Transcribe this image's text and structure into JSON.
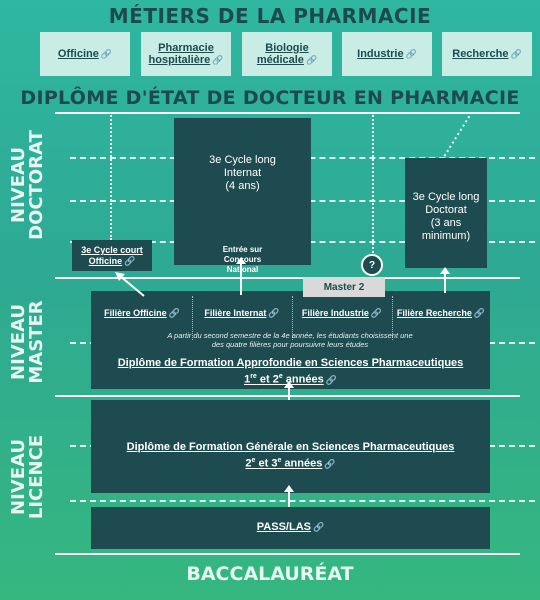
{
  "title_metiers": "MÉTIERS DE LA PHARMACIE",
  "metiers": [
    {
      "line1": "Officine",
      "line2": ""
    },
    {
      "line1": "Pharmacie",
      "line2": "hospitalière"
    },
    {
      "line1": "Biologie",
      "line2": "médicale"
    },
    {
      "line1": "Industrie",
      "line2": ""
    },
    {
      "line1": "Recherche",
      "line2": ""
    }
  ],
  "title_diplome": "DIPLÔME D'ÉTAT DE DOCTEUR EN PHARMACIE",
  "niveaux": {
    "doctorat": [
      "NIVEAU",
      "DOCTORAT"
    ],
    "master": [
      "NIVEAU",
      "MASTER"
    ],
    "licence": [
      "NIVEAU",
      "LICENCE"
    ]
  },
  "doctorat": {
    "internat": {
      "l1": "3e Cycle long",
      "l2": "Internat",
      "l3": "(4 ans)"
    },
    "internat_note": {
      "l1": "Entrée sur",
      "l2": "Concours",
      "l3": "National"
    },
    "court": {
      "l1": "3e Cycle court",
      "l2": "Officine"
    },
    "doctorat_long": {
      "l1": "3e Cycle long",
      "l2": "Doctorat",
      "l3": "(3 ans",
      "l4": "minimum)"
    },
    "question": "?"
  },
  "master": {
    "master2": "Master 2",
    "filieres": [
      "Filière Officine",
      "Filière Internat",
      "Filière Industrie",
      "Filière Recherche"
    ],
    "note_l1": "A partir du second semestre de la 4e année, les étudiants choisissent une",
    "note_l2": "des quatre filières pour poursuivre leurs études",
    "dfasp": "Diplôme de Formation Approfondie en Sciences Pharmaceutiques",
    "dfasp_years": {
      "n1": "1",
      "sup1": "re",
      "mid": " et 2",
      "sup2": "e",
      "tail": " années"
    }
  },
  "licence": {
    "dfgsp": "Diplôme de Formation Générale en Sciences Pharmaceutiques",
    "dfgsp_years": {
      "n1": "2",
      "sup1": "e",
      "mid": " et 3",
      "sup2": "e",
      "tail": " années"
    },
    "pass": "PASS/LAS"
  },
  "baccalaureat": "BACCALAURÉAT",
  "icons": {
    "link": "link-icon",
    "arrow": "arrow-up-icon",
    "help": "question-icon"
  },
  "colors": {
    "dark": "#1e4b4f",
    "light_box": "#c9ece4",
    "title": "#1d4a4f",
    "master2": "#d9d9d9"
  }
}
